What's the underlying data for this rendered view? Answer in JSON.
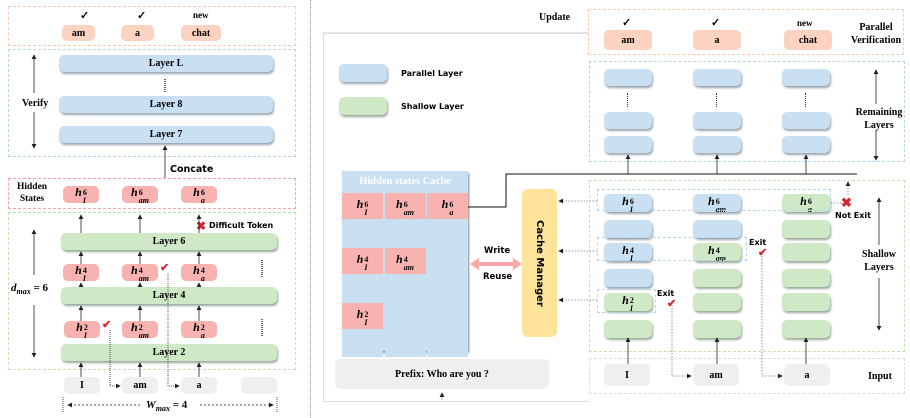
{
  "left": {
    "output_tokens": [
      {
        "mark": "✓",
        "token": "am"
      },
      {
        "mark": "✓",
        "token": "a"
      },
      {
        "mark": "new",
        "token": "chat"
      }
    ],
    "verify_label": "Verify",
    "layers_top": [
      "Layer L",
      "Layer 8",
      "Layer 7"
    ],
    "concate_label": "Concate",
    "hidden_states_label": "Hidden States",
    "hidden_states": [
      {
        "base": "h",
        "sup": "6",
        "sub": "I"
      },
      {
        "base": "h",
        "sup": "6",
        "sub": "am"
      },
      {
        "base": "h",
        "sup": "6",
        "sub": "a"
      }
    ],
    "difficult_token_label": "Difficult Token",
    "layer6": "Layer 6",
    "layer4": "Layer 4",
    "layer2": "Layer 2",
    "row4": [
      {
        "base": "h",
        "sup": "4",
        "sub": "I"
      },
      {
        "base": "h",
        "sup": "4",
        "sub": "am"
      },
      {
        "base": "h",
        "sup": "4",
        "sub": "a"
      }
    ],
    "row2": [
      {
        "base": "h",
        "sup": "2",
        "sub": "I"
      },
      {
        "base": "h",
        "sup": "2",
        "sub": "am"
      },
      {
        "base": "h",
        "sup": "2",
        "sub": "a"
      }
    ],
    "dmax_label": "d",
    "dmax_sub": "max",
    "dmax_value": "= 6",
    "inputs": [
      "I",
      "am",
      "a",
      ""
    ],
    "wmax_label": "W",
    "wmax_sub": "max",
    "wmax_value": "= 4"
  },
  "middle": {
    "update_label": "Update",
    "legend": [
      {
        "label": "Parallel Layer",
        "color": "#c9e0f2"
      },
      {
        "label": "Shallow Layer",
        "color": "#cfe9c6"
      }
    ],
    "cache_title": "Hidden states Cache",
    "cache_rows": [
      [
        {
          "sup": "6",
          "sub": "I"
        },
        {
          "sup": "6",
          "sub": "am"
        },
        {
          "sup": "6",
          "sub": "a"
        }
      ],
      [
        null,
        null,
        null
      ],
      [
        {
          "sup": "4",
          "sub": "I"
        },
        {
          "sup": "4",
          "sub": "am"
        },
        null
      ],
      [
        null,
        null,
        null
      ],
      [
        {
          "sup": "2",
          "sub": "I"
        },
        null,
        null
      ],
      [
        null,
        null,
        null
      ]
    ],
    "write_label": "Write",
    "reuse_label": "Reuse",
    "cache_manager_label": "Cache Manager",
    "prefix_label": "Prefix: Who are you ?"
  },
  "right": {
    "output_tokens": [
      {
        "mark": "✓",
        "token": "am"
      },
      {
        "mark": "✓",
        "token": "a"
      },
      {
        "mark": "new",
        "token": "chat"
      }
    ],
    "parallel_verification_label": "Parallel Verification",
    "remaining_layers_label": "Remaining Layers",
    "shallow_layers_label": "Shallow Layers",
    "hidden": [
      {
        "sup": "6",
        "sub": "I"
      },
      {
        "sup": "6",
        "sub": "am"
      },
      {
        "sup": "6",
        "sub": "a"
      },
      {
        "sup": "4",
        "sub": "I"
      },
      {
        "sup": "4",
        "sub": "am"
      },
      {
        "sup": "2",
        "sub": "I"
      }
    ],
    "not_exit_label": "Not Exit",
    "exit_label": "Exit",
    "inputs": [
      "I",
      "am",
      "a"
    ],
    "input_label": "Input"
  },
  "colors": {
    "parallel_layer": "#c9e0f2",
    "shallow_layer": "#cfe9c6",
    "hidden_state": "#f8b3b1",
    "output_token": "#fbd3c0",
    "cache_manager": "#fde49a",
    "input_token": "#efefef",
    "exit_check": "#d9262f"
  }
}
